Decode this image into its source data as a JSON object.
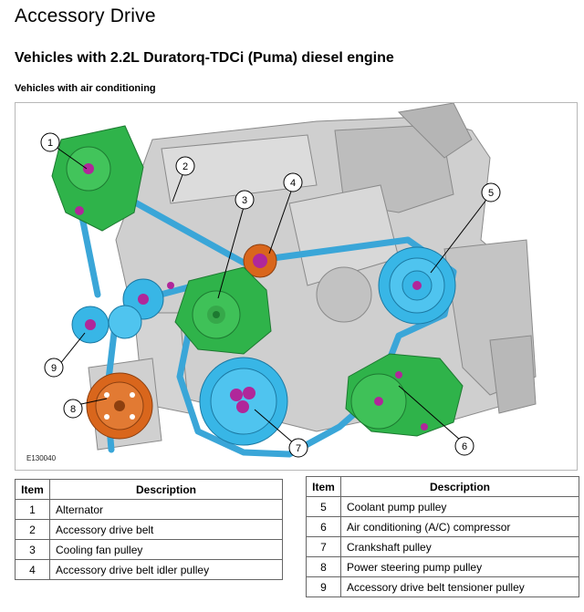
{
  "page": {
    "title": "Accessory Drive",
    "subtitle": "Vehicles with 2.2L Duratorq-TDCi (Puma) diesel engine",
    "section_label": "Vehicles with air conditioning"
  },
  "figure": {
    "id": "E130040",
    "callouts": [
      "1",
      "2",
      "3",
      "4",
      "5",
      "6",
      "7",
      "8",
      "9"
    ]
  },
  "table_headers": {
    "item": "Item",
    "description": "Description"
  },
  "table_left": [
    {
      "item": "1",
      "description": "Alternator"
    },
    {
      "item": "2",
      "description": "Accessory drive belt"
    },
    {
      "item": "3",
      "description": "Cooling fan pulley"
    },
    {
      "item": "4",
      "description": "Accessory drive belt idler pulley"
    }
  ],
  "table_right": [
    {
      "item": "5",
      "description": "Coolant pump pulley"
    },
    {
      "item": "6",
      "description": "Air conditioning (A/C) compressor"
    },
    {
      "item": "7",
      "description": "Crankshaft pulley"
    },
    {
      "item": "8",
      "description": "Power steering pump pulley"
    },
    {
      "item": "9",
      "description": "Accessory drive belt tensioner pulley"
    }
  ],
  "colors": {
    "alternator_green": "#2fb34a",
    "pulley_blue": "#38b6e6",
    "belt_blue": "#3aa6d8",
    "power_steering_orange": "#d9661c",
    "hub_magenta": "#b0279a",
    "engine_gray": "#c8c8c8"
  }
}
